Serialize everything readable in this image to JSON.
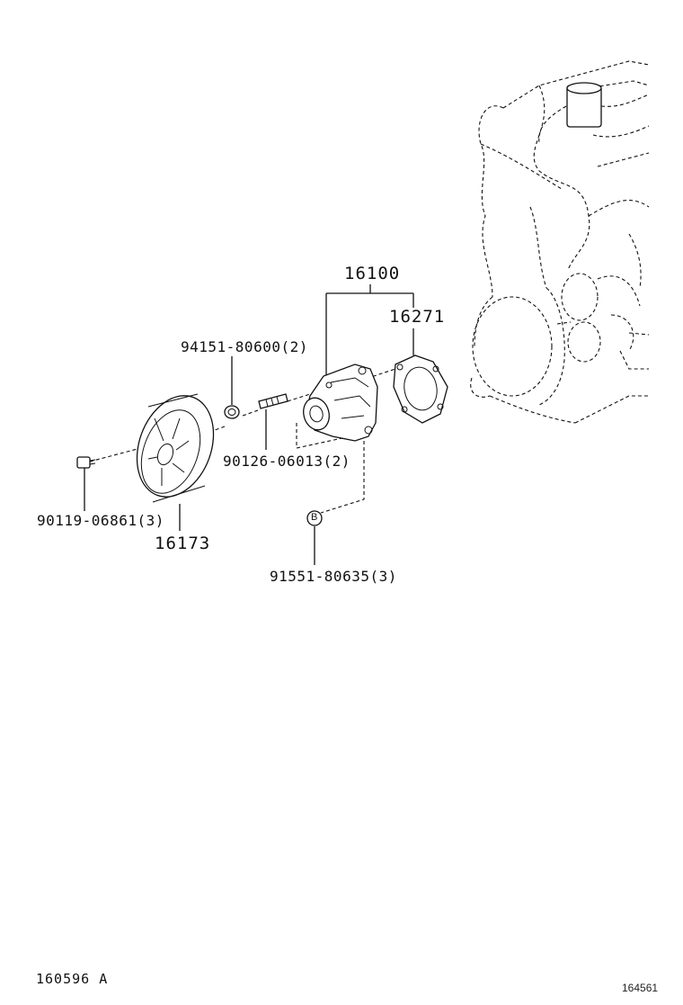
{
  "labels": {
    "assembly": "16100",
    "gasket": "16271",
    "nut": "94151-80600(2)",
    "stud": "90126-06013(2)",
    "bolt": "90119-06861(3)",
    "pulley": "16173",
    "bolt_b": "91551-80635(3)",
    "ref_b": "B"
  },
  "footer": {
    "left": "160596 A",
    "right": "164561"
  }
}
